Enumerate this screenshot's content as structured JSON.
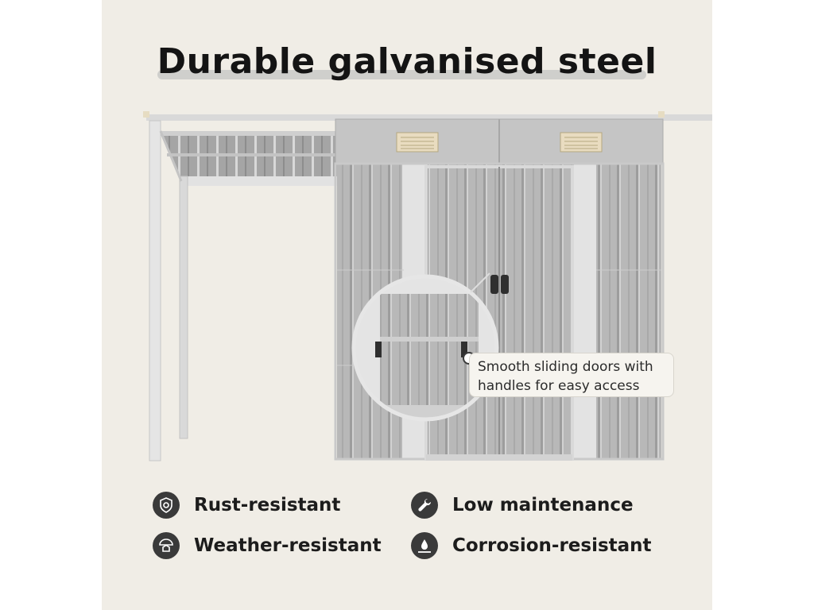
{
  "title": "Durable galvanised steel",
  "callout": {
    "line1": "Smooth sliding doors with",
    "line2": "handles for easy access"
  },
  "features": [
    {
      "label": "Rust-resistant",
      "icon": "shield-gear-icon"
    },
    {
      "label": "Low maintenance",
      "icon": "wrench-icon"
    },
    {
      "label": "Weather-resistant",
      "icon": "umbrella-house-icon"
    },
    {
      "label": "Corrosion-resistant",
      "icon": "corrosion-drop-icon"
    }
  ],
  "colors": {
    "background": "#f0ede6",
    "shed_panel": "#b9b9b9",
    "shed_trim": "#dedede",
    "icon_badge": "#3a3a3a"
  }
}
